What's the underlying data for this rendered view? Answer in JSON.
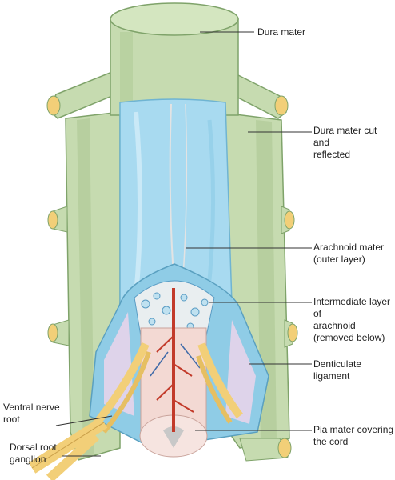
{
  "labels": {
    "dura_mater": "Dura mater",
    "dura_mater_cut": [
      "Dura mater cut and",
      "reflected"
    ],
    "arachnoid_mater": [
      "Arachnoid mater",
      "(outer layer)"
    ],
    "intermediate_layer": [
      "Intermediate layer of",
      "arachnoid",
      "(removed below)"
    ],
    "denticulate_ligament": "Denticulate ligament",
    "ventral_nerve_root": [
      "Ventral nerve",
      "root"
    ],
    "dorsal_root_ganglion": [
      "Dorsal root",
      "ganglion"
    ],
    "pia_mater": [
      "Pia mater covering",
      "the cord"
    ]
  },
  "colors": {
    "dura": "#c6dbb0",
    "dura_dark": "#9fbf8a",
    "arachnoid": "#a8daf0",
    "nerve": "#f2cf78",
    "cord": "#f3d9d3",
    "vessel": "#c23a2a"
  }
}
